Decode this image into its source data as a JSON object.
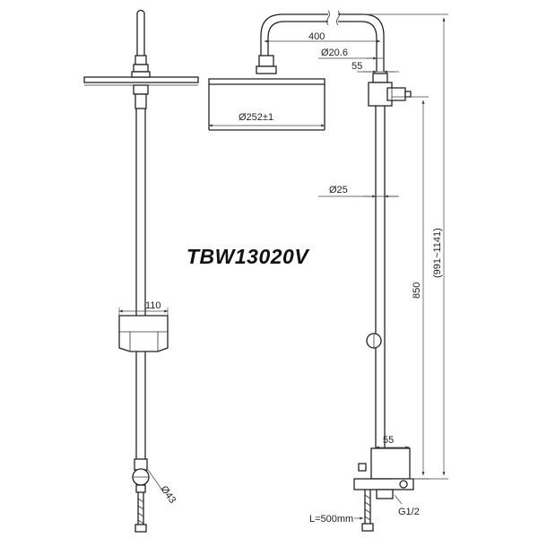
{
  "model": "TBW13020V",
  "dimensions": {
    "arm_length": "400",
    "arm_diameter": "Ø20.6",
    "head_offset": "55",
    "head_diameter": "Ø252±1",
    "pipe_diameter": "Ø25",
    "riser_height": "850",
    "total_height": "(991~1141)",
    "holder_width": "110",
    "mixer_width": "55",
    "knob_diameter": "Ø43",
    "hose_length": "L=500mm",
    "thread": "G1/2"
  },
  "colors": {
    "line": "#222222",
    "background": "#ffffff"
  }
}
